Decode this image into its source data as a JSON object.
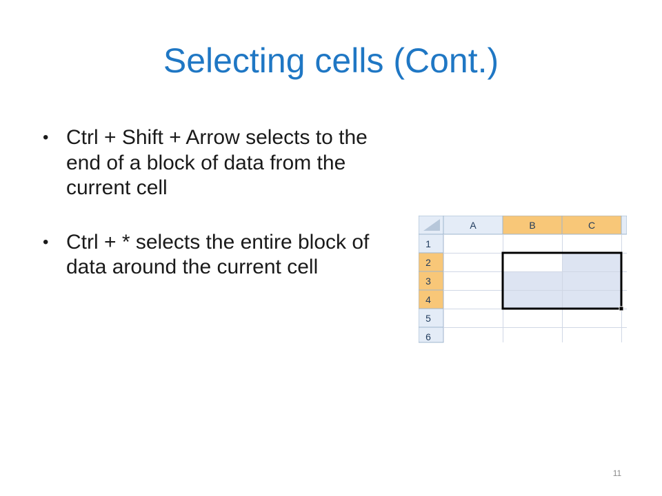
{
  "slide": {
    "title": "Selecting cells (Cont.)",
    "page_number": "11",
    "bullets": [
      "Ctrl + Shift + Arrow selects to the end of a block of data from the current cell",
      "Ctrl + * selects the entire block of data around the current cell"
    ]
  },
  "spreadsheet": {
    "columns": [
      "A",
      "B",
      "C"
    ],
    "rows": [
      "1",
      "2",
      "3",
      "4",
      "5",
      "6"
    ],
    "selected_columns": [
      "B",
      "C"
    ],
    "selected_rows": [
      "2",
      "3",
      "4"
    ],
    "active_cell": "B2",
    "colors": {
      "header_bg": "#e4ecf7",
      "header_selected_bg": "#f8c778",
      "grid_line": "#d0d7e5",
      "selection_fill": "#dde4f2",
      "selection_border": "#000000"
    },
    "icons": [
      "select-all-icon",
      "fill-handle-icon"
    ]
  }
}
